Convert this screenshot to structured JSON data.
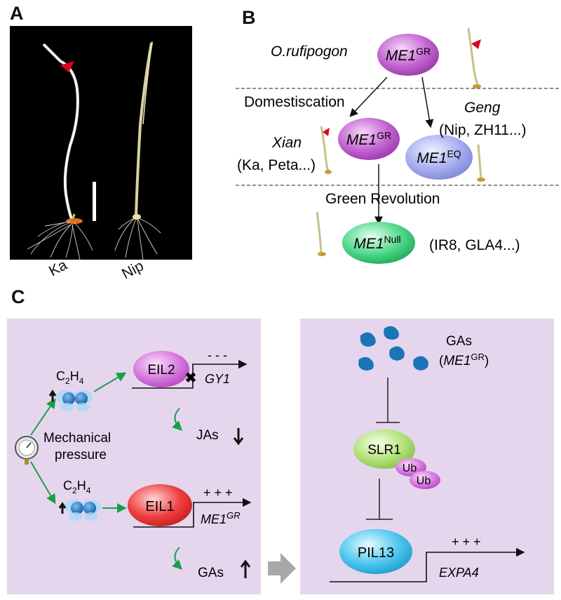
{
  "panels": {
    "a": "A",
    "b": "B",
    "c": "C"
  },
  "panel_a": {
    "label_left": "Ka",
    "label_right": "Nip"
  },
  "panel_b": {
    "species": "O.rufipogon",
    "top_allele": {
      "gene": "ME1",
      "sup": "GR"
    },
    "domestication": "Domestiscation",
    "xian": "Xian",
    "xian_varieties": "(Ka, Peta...)",
    "xian_allele": {
      "gene": "ME1",
      "sup": "GR"
    },
    "geng": "Geng",
    "geng_varieties": "(Nip, ZH11...)",
    "geng_allele": {
      "gene": "ME1",
      "sup": "EQ"
    },
    "green_revolution": "Green Revolution",
    "null_allele": {
      "gene": "ME1",
      "sup": "Null"
    },
    "null_varieties": "(IR8, GLA4...)"
  },
  "panel_c_left": {
    "c2h4_top": {
      "c": "C",
      "sub2": "2",
      "h": "H",
      "sub4": "4"
    },
    "c2h4_bottom": {
      "c": "C",
      "sub2": "2",
      "h": "H",
      "sub4": "4"
    },
    "mechanical": "Mechanical",
    "pressure": "pressure",
    "eil2": "EIL2",
    "gy1": "GY1",
    "minus": "- - -",
    "jas": "JAs",
    "eil1": "EIL1",
    "plus": "+ + +",
    "me1gr": {
      "gene": "ME1",
      "sup": "GR"
    },
    "gas": "GAs"
  },
  "panel_c_right": {
    "gas": "GAs",
    "gas_allele": {
      "open": "(",
      "gene": "ME1",
      "sup": "GR",
      "close": ")"
    },
    "slr1": "SLR1",
    "ub1": "Ub",
    "ub2": "Ub",
    "pil13": "PIL13",
    "plus": "+ + +",
    "expa4": "EXPA4"
  },
  "colors": {
    "purple_box": "#e5d6ee",
    "green_arrow": "#1a9e4a",
    "photo_bg": "#000000"
  }
}
